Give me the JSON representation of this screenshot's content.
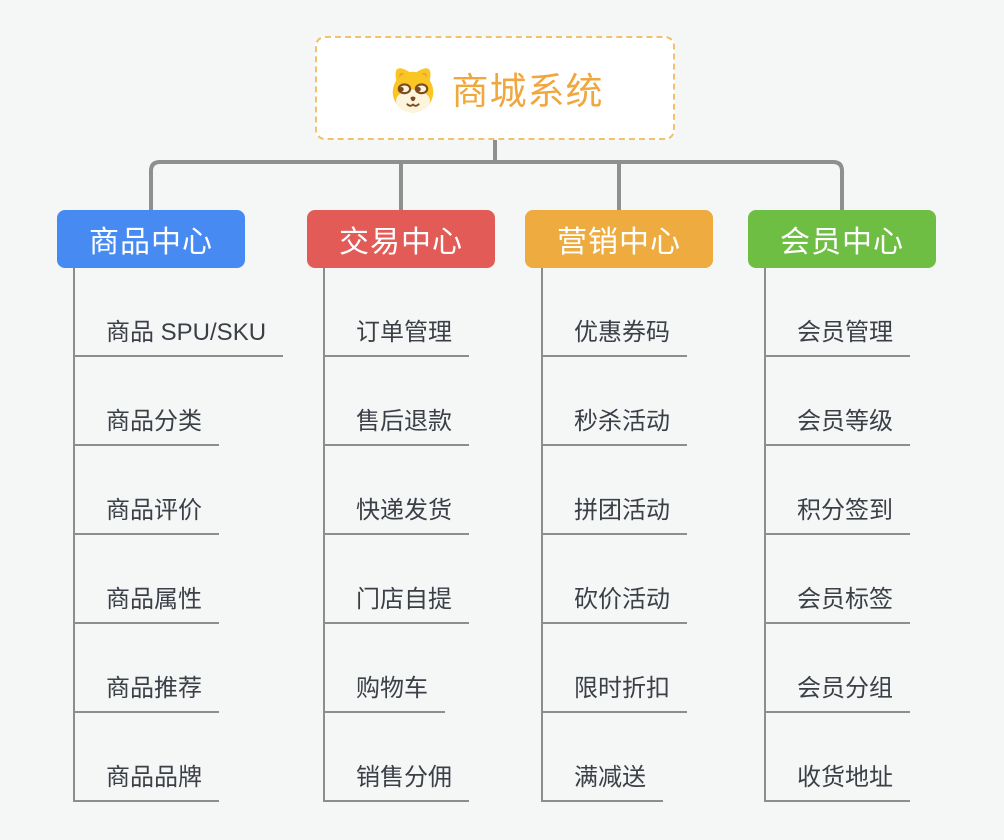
{
  "root": {
    "title": "商城系统",
    "text_color": "#f0a73e",
    "border_color": "#f3c06b",
    "icon": "dog-face-icon"
  },
  "connectors": {
    "main_color": "#8f8f8f",
    "sub_color": "#8d8d8d"
  },
  "branches": [
    {
      "label": "商品中心",
      "color": "#478bf2",
      "children": [
        "商品 SPU/SKU",
        "商品分类",
        "商品评价",
        "商品属性",
        "商品推荐",
        "商品品牌"
      ]
    },
    {
      "label": "交易中心",
      "color": "#e25b56",
      "children": [
        "订单管理",
        "售后退款",
        "快递发货",
        "门店自提",
        "购物车",
        "销售分佣"
      ]
    },
    {
      "label": "营销中心",
      "color": "#eeac40",
      "children": [
        "优惠券码",
        "秒杀活动",
        "拼团活动",
        "砍价活动",
        "限时折扣",
        "满减送"
      ]
    },
    {
      "label": "会员中心",
      "color": "#6fbe44",
      "children": [
        "会员管理",
        "会员等级",
        "积分签到",
        "会员标签",
        "会员分组",
        "收货地址"
      ]
    }
  ]
}
